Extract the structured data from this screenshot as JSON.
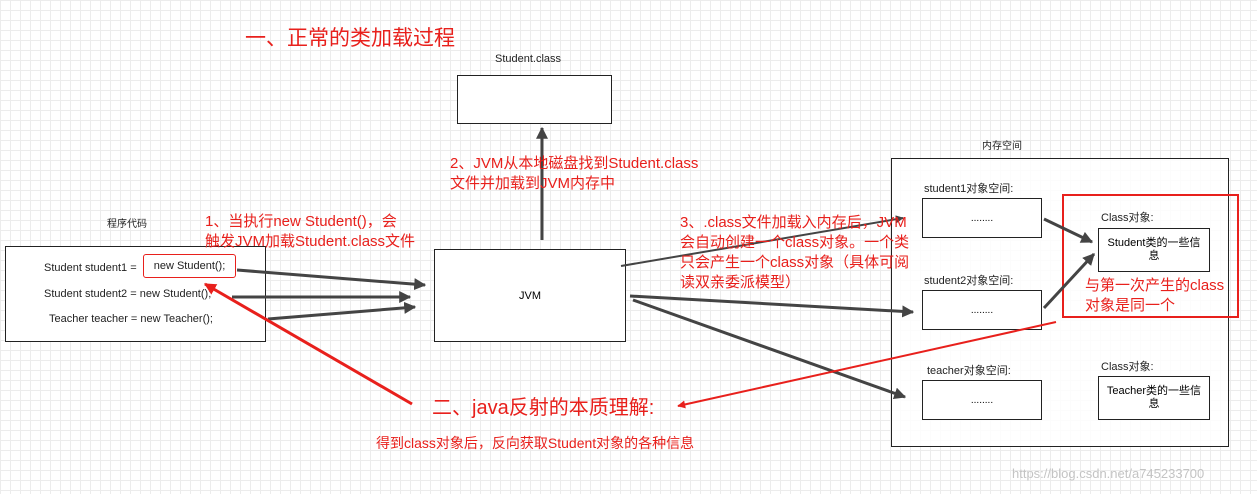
{
  "title": "一、正常的类加载过程",
  "student_class": {
    "label": "Student.class"
  },
  "program": {
    "label": "程序代码",
    "line1_prefix": "Student student1 =",
    "line1_highlight": "new Student();",
    "line2": "Student student2 =  new Student();",
    "line3": "Teacher teacher = new Teacher();"
  },
  "jvm": {
    "label": "JVM"
  },
  "memory": {
    "label": "内存空间",
    "student1_label": "student1对象空间:",
    "student2_label": "student2对象空间:",
    "teacher_label": "teacher对象空间:",
    "dots": "........",
    "class_obj_label": "Class对象:",
    "student_info": "Student类的一些信息",
    "teacher_info": "Teacher类的一些信息"
  },
  "annotations": {
    "step1_line1": "1、当执行new Student()，会",
    "step1_line2": "触发JVM加载Student.class文件",
    "step2_line1": "2、JVM从本地磁盘找到Student.class",
    "step2_line2": "文件并加载到JVM内存中",
    "step3_line1": "3、.class文件加载入内存后，JVM",
    "step3_line2": "会自动创建一个class对象。一个类",
    "step3_line3": "只会产生一个class对象（具体可阅",
    "step3_line4": "读双亲委派模型）",
    "same_line1": "与第一次产生的class",
    "same_line2": "对象是同一个",
    "reflection_title": "二、java反射的本质理解:",
    "reflection_desc": "得到class对象后，反向获取Student对象的各种信息"
  },
  "watermark": "https://blog.csdn.net/a745233700",
  "colors": {
    "accent": "#e8201c",
    "arrow": "#444444",
    "border": "#222222"
  }
}
